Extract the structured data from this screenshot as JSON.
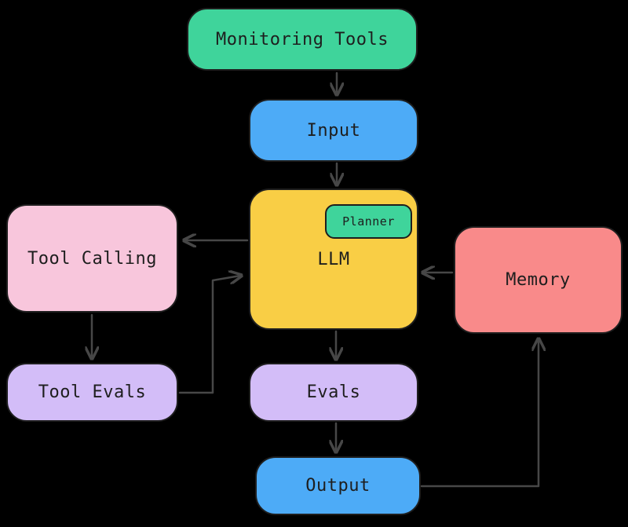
{
  "canvas": {
    "background": "#000000",
    "arrow_color": "#474747",
    "outline_color": "#1e1e1e"
  },
  "nodes": {
    "monitoring_tools": {
      "label": "Monitoring Tools",
      "fill": "#3fd49b"
    },
    "input": {
      "label": "Input",
      "fill": "#4dabf7"
    },
    "llm": {
      "label": "LLM",
      "fill": "#f9ce45"
    },
    "planner": {
      "label": "Planner",
      "fill": "#3fd49b"
    },
    "tool_calling": {
      "label": "Tool Calling",
      "fill": "#f8c6dc"
    },
    "memory": {
      "label": "Memory",
      "fill": "#f98a8a"
    },
    "tool_evals": {
      "label": "Tool Evals",
      "fill": "#d3bdf8"
    },
    "evals": {
      "label": "Evals",
      "fill": "#d3bdf8"
    },
    "output": {
      "label": "Output",
      "fill": "#4dabf7"
    }
  },
  "edges": [
    {
      "from": "monitoring_tools",
      "to": "input"
    },
    {
      "from": "input",
      "to": "llm"
    },
    {
      "from": "llm",
      "to": "tool_calling"
    },
    {
      "from": "memory",
      "to": "llm"
    },
    {
      "from": "tool_calling",
      "to": "tool_evals"
    },
    {
      "from": "tool_evals",
      "to": "llm"
    },
    {
      "from": "llm",
      "to": "evals"
    },
    {
      "from": "evals",
      "to": "output"
    },
    {
      "from": "output",
      "to": "memory"
    }
  ]
}
